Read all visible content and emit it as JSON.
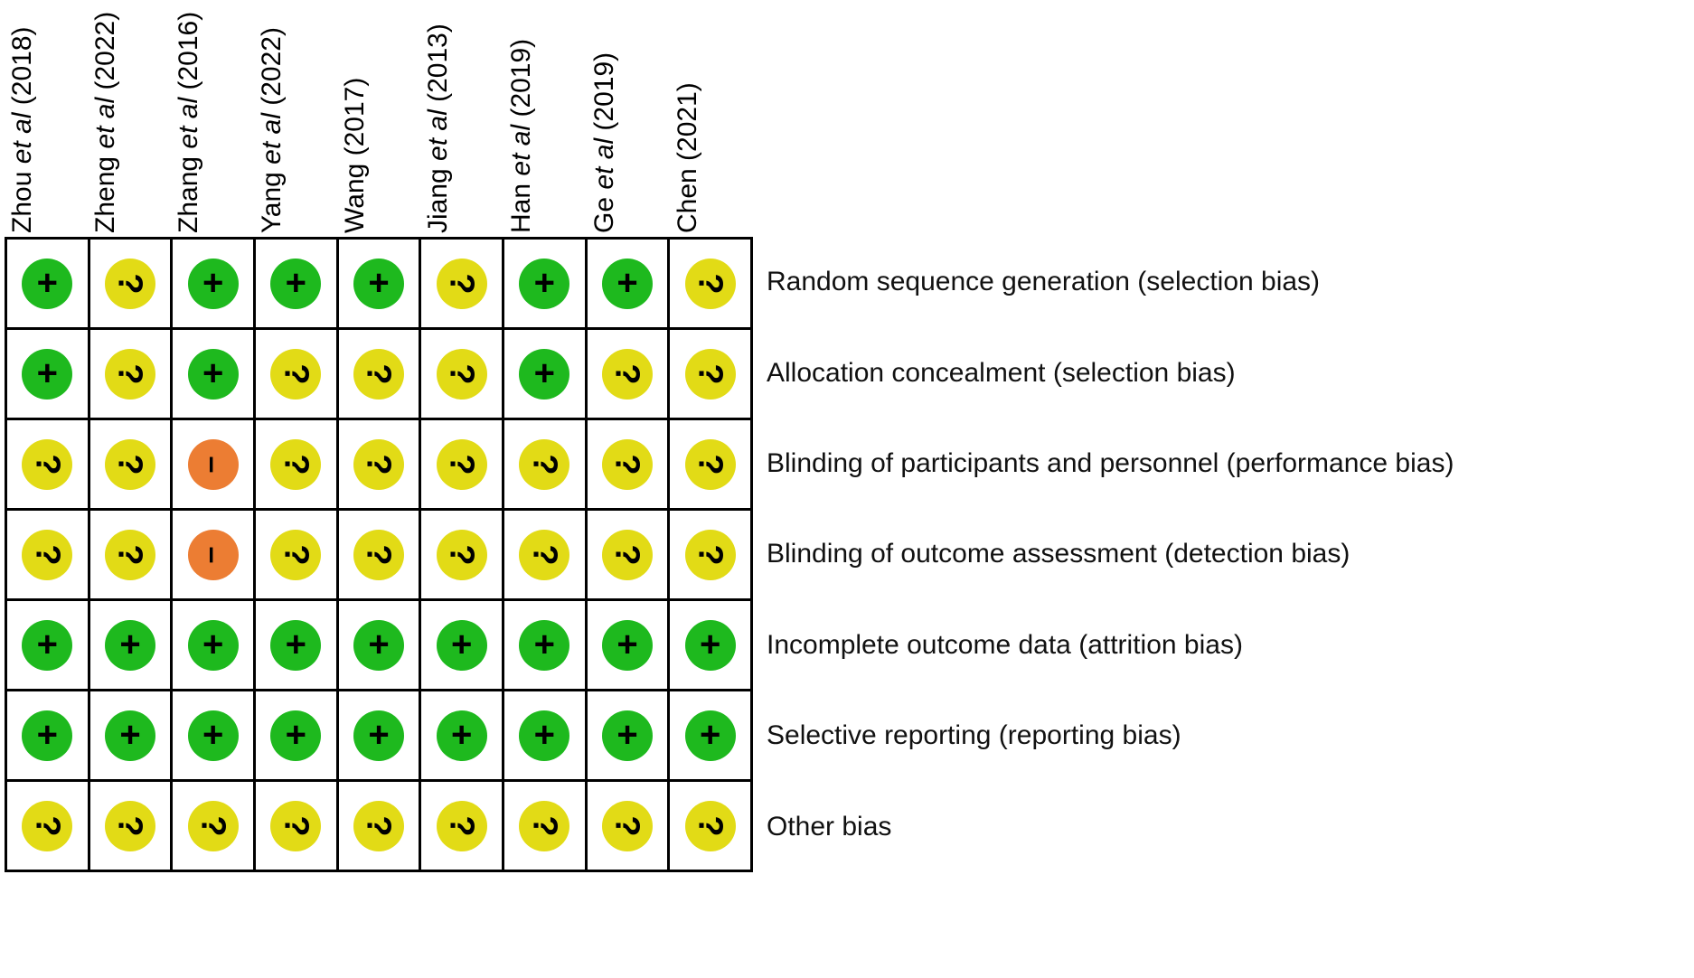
{
  "figure": {
    "type": "risk-of-bias-summary",
    "n_studies": 9,
    "n_domains": 7
  },
  "legend_colors": {
    "low_risk": "#1eb91e",
    "unclear_risk": "#e2db16",
    "high_risk": "#ec7d33",
    "grid_line": "#000000",
    "background": "#ffffff"
  },
  "symbols": {
    "low_risk": "+",
    "unclear_risk": "?",
    "high_risk": "–"
  },
  "columns": [
    {
      "author": "Zhou",
      "etal": "et al",
      "year": "(2018)",
      "label": "Zhou et al (2018)"
    },
    {
      "author": "Zheng",
      "etal": "et al",
      "year": "(2022)",
      "label": "Zheng et al (2022)"
    },
    {
      "author": "Zhang",
      "etal": "et al",
      "year": "(2016)",
      "label": "Zhang et al (2016)"
    },
    {
      "author": "Yang",
      "etal": "et al",
      "year": "(2022)",
      "label": "Yang et al (2022)"
    },
    {
      "author": "Wang",
      "etal": "",
      "year": "(2017)",
      "label": "Wang (2017)"
    },
    {
      "author": "Jiang",
      "etal": "et al",
      "year": "(2013)",
      "label": "Jiang et al (2013)"
    },
    {
      "author": "Han",
      "etal": "et al",
      "year": "(2019)",
      "label": "Han et al (2019)"
    },
    {
      "author": "Ge",
      "etal": "et al",
      "year": "(2019)",
      "label": "Ge et al (2019)"
    },
    {
      "author": "Chen",
      "etal": "",
      "year": "(2021)",
      "label": "Chen (2021)"
    }
  ],
  "rows": [
    {
      "label": "Random sequence generation (selection bias)"
    },
    {
      "label": "Allocation concealment (selection bias)"
    },
    {
      "label": "Blinding of participants and personnel (performance bias)"
    },
    {
      "label": "Blinding of outcome assessment (detection bias)"
    },
    {
      "label": "Incomplete outcome data (attrition bias)"
    },
    {
      "label": "Selective reporting (reporting bias)"
    },
    {
      "label": "Other bias"
    }
  ],
  "chart_data": {
    "type": "heatmap",
    "title": "",
    "xlabel": "",
    "ylabel": "",
    "categories": [
      "Zhou et al (2018)",
      "Zheng et al (2022)",
      "Zhang et al (2016)",
      "Yang et al (2022)",
      "Wang (2017)",
      "Jiang et al (2013)",
      "Han et al (2019)",
      "Ge et al (2019)",
      "Chen (2021)"
    ],
    "row_categories": [
      "Random sequence generation (selection bias)",
      "Allocation concealment (selection bias)",
      "Blinding of participants and personnel (performance bias)",
      "Blinding of outcome assessment (detection bias)",
      "Incomplete outcome data (attrition bias)",
      "Selective reporting (reporting bias)",
      "Other bias"
    ],
    "value_scale": {
      "low": "low risk of bias",
      "unclear": "unclear risk of bias",
      "high": "high risk of bias"
    },
    "legend_position": "none",
    "grid": true,
    "matrix": [
      [
        "low",
        "unclear",
        "low",
        "low",
        "low",
        "unclear",
        "low",
        "low",
        "unclear"
      ],
      [
        "low",
        "unclear",
        "low",
        "unclear",
        "unclear",
        "unclear",
        "low",
        "unclear",
        "unclear"
      ],
      [
        "unclear",
        "unclear",
        "high",
        "unclear",
        "unclear",
        "unclear",
        "unclear",
        "unclear",
        "unclear"
      ],
      [
        "unclear",
        "unclear",
        "high",
        "unclear",
        "unclear",
        "unclear",
        "unclear",
        "unclear",
        "unclear"
      ],
      [
        "low",
        "low",
        "low",
        "low",
        "low",
        "low",
        "low",
        "low",
        "low"
      ],
      [
        "low",
        "low",
        "low",
        "low",
        "low",
        "low",
        "low",
        "low",
        "low"
      ],
      [
        "unclear",
        "unclear",
        "unclear",
        "unclear",
        "unclear",
        "unclear",
        "unclear",
        "unclear",
        "unclear"
      ]
    ]
  }
}
